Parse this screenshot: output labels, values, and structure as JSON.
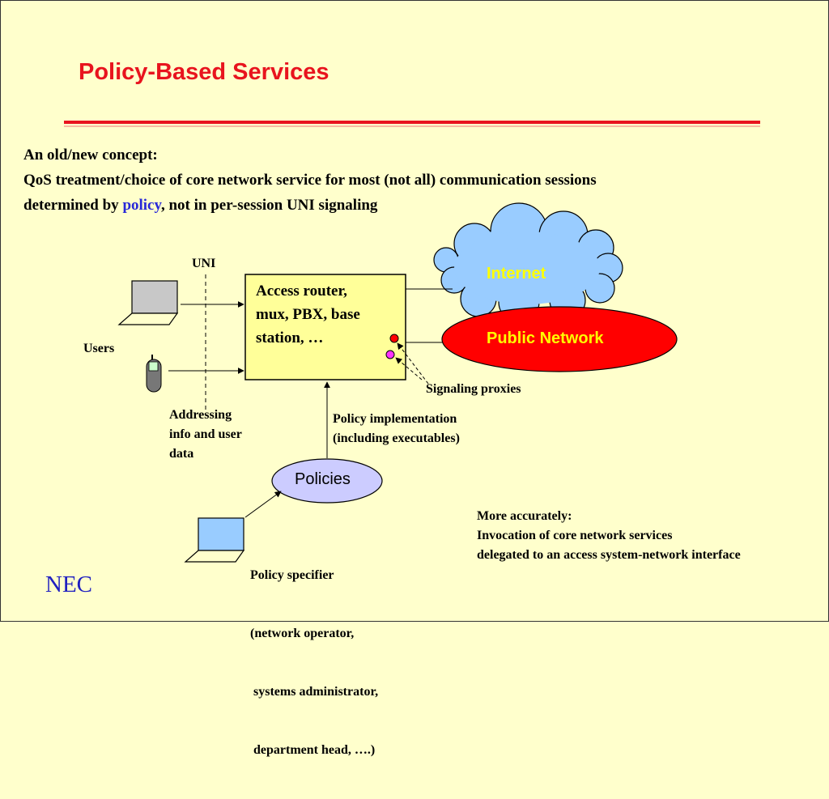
{
  "title": "Policy-Based Services",
  "intro": {
    "line1": "An old/new concept:",
    "line2": "QoS treatment/choice of core network service for most (not all) communication sessions",
    "line3_pre": "determined by ",
    "line3_policy": "policy",
    "line3_post": ", not in per-session UNI signaling"
  },
  "diagram": {
    "uni": "UNI",
    "users": "Users",
    "access_box": [
      "Access router,",
      "mux, PBX, base",
      "station, …"
    ],
    "internet": "Internet",
    "public_network": "Public Network",
    "signaling_proxies": "Signaling proxies",
    "addressing": [
      "Addressing",
      "info and user",
      "data"
    ],
    "policy_impl": [
      "Policy implementation",
      "(including executables)"
    ],
    "policies": "Policies",
    "policy_specifier": [
      "Policy specifier",
      "(network operator,",
      " systems administrator,",
      " department head, ….)"
    ],
    "more_accurately": [
      "More accurately:",
      "Invocation of core network services",
      "delegated to an access system-network interface"
    ]
  },
  "footer": {
    "logo": "NEC"
  },
  "colors": {
    "background": "#ffffcc",
    "title": "#e8141e",
    "policy_word": "#2828d8",
    "access_box": "#ffff99",
    "cloud": "#99ccff",
    "public_network": "#ff0000",
    "policies_ellipse": "#ccccff",
    "nec_logo": "#2020c0"
  }
}
